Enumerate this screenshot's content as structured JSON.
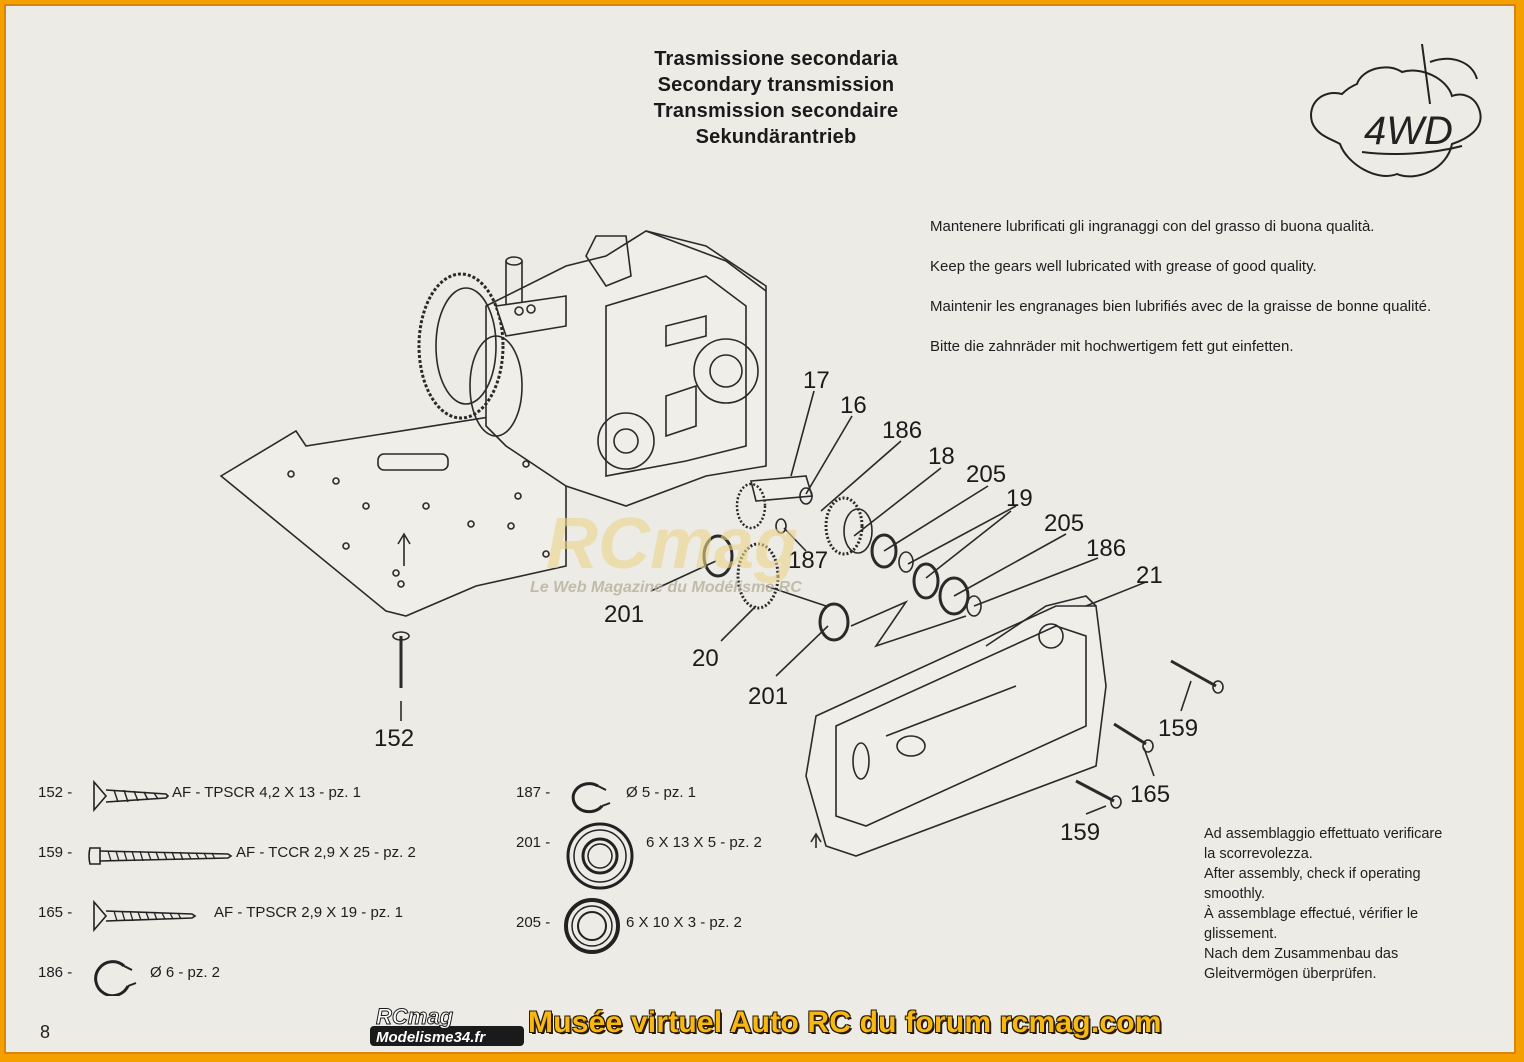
{
  "title": {
    "it": "Trasmissione secondaria",
    "en": "Secondary transmission",
    "fr": "Transmission secondaire",
    "de": "Sekundärantrieb"
  },
  "badge": "4WD",
  "instructions": [
    "Mantenere lubrificati gli ingranaggi con del grasso di buona qualità.",
    "Keep the gears well lubricated with grease of good quality.",
    "Maintenir les engranages bien lubrifiés avec de la graisse de bonne qualité.",
    "Bitte die zahnräder mit hochwertigem fett gut einfetten."
  ],
  "callouts": {
    "c17": "17",
    "c16": "16",
    "c186a": "186",
    "c18": "18",
    "c205a": "205",
    "c19": "19",
    "c205b": "205",
    "c186b": "186",
    "c21": "21",
    "c187": "187",
    "c201a": "201",
    "c20": "20",
    "c201b": "201",
    "c152": "152",
    "c159a": "159",
    "c165": "165",
    "c159b": "159"
  },
  "parts": [
    {
      "num": "152 -",
      "desc": "AF - TPSCR 4,2 X 13 - pz. 1",
      "icon": "countersunk-screw-short-icon"
    },
    {
      "num": "159 -",
      "desc": "AF - TCCR 2,9 X 25 - pz. 2",
      "icon": "pan-head-screw-icon"
    },
    {
      "num": "165 -",
      "desc": "AF - TPSCR  2,9 X 19 - pz. 1",
      "icon": "countersunk-screw-icon"
    },
    {
      "num": "186 -",
      "desc": "Ø 6 - pz. 2",
      "icon": "circlip-large-icon"
    },
    {
      "num": "187 -",
      "desc": "Ø 5 - pz. 1",
      "icon": "circlip-small-icon"
    },
    {
      "num": "201 -",
      "desc": "6 X 13 X 5 - pz. 2",
      "icon": "bearing-large-icon"
    },
    {
      "num": "205 -",
      "desc": "6 X 10 X 3 - pz. 2",
      "icon": "bearing-small-icon"
    }
  ],
  "assembly_note": [
    "Ad assemblaggio effettuato verificare",
    "la scorrevolezza.",
    "After assembly, check if operating",
    "smoothly.",
    "À assemblage effectué, vérifier le",
    "glissement.",
    "Nach dem Zusammenbau das",
    "Gleitvermögen überprüfen."
  ],
  "page_number": "8",
  "watermark": {
    "big": "RCmag",
    "small": "Le Web Magazine du Modélisme RC"
  },
  "footer": {
    "logo_top": "RCmag",
    "logo_bottom": "Modelisme34.fr",
    "text": "Musée virtuel Auto RC du forum rcmag.com"
  },
  "colors": {
    "border": "#f3a000",
    "paper": "#ecebe6",
    "footer_text": "#f7b814",
    "ink": "#1b1b1b"
  }
}
